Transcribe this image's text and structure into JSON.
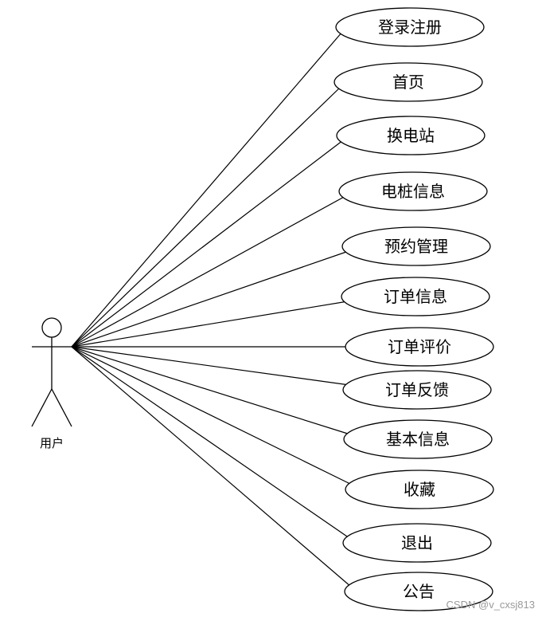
{
  "actor": {
    "label": "用户",
    "icon": "stick-figure-icon"
  },
  "use_cases": [
    {
      "label": "登录注册"
    },
    {
      "label": "首页"
    },
    {
      "label": "换电站"
    },
    {
      "label": "电桩信息"
    },
    {
      "label": "预约管理"
    },
    {
      "label": "订单信息"
    },
    {
      "label": "订单评价"
    },
    {
      "label": "订单反馈"
    },
    {
      "label": "基本信息"
    },
    {
      "label": "收藏"
    },
    {
      "label": "退出"
    },
    {
      "label": "公告"
    }
  ],
  "watermark": "CSDN @v_cxsj813",
  "colors": {
    "stroke": "#000000",
    "background": "#ffffff",
    "watermark": "#9a9a9a"
  }
}
